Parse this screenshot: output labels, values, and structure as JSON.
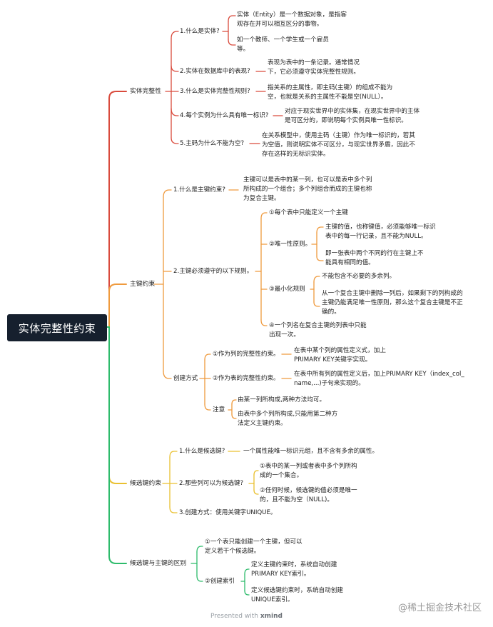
{
  "root": "实体完整性约束",
  "colors": {
    "red": "#d94a3c",
    "orange": "#ef9a3d",
    "yellow": "#e9c030",
    "green": "#2dbb6b",
    "root_bg": "#16202e"
  },
  "b1": {
    "label": "实体完整性",
    "q1": {
      "label": "1.什么是实体?",
      "a1": "实体（Entity）是一个数据对象，是指客\n观存在并可以相互区分的事物。",
      "a2": "如一个教师、一个学生或一个雇员\n等。"
    },
    "q2": {
      "label": "2.实体在数据库中的表现?",
      "a": "表现为表中的一条记录。通常情况\n下，它必须遵守实体完整性规则。"
    },
    "q3": {
      "label": "3.什么是实体完整性规则?",
      "a": "指关系的主属性，即主码(主键）的组成不能为\n空，也就是关系的主属性不能是空(NULL）。"
    },
    "q4": {
      "label": "4.每个实例为什么具有唯一标识?",
      "a": "对应于现实世界中的实体集，在现实世界中的主体\n是可区分的，即说明每个实例具唯一性标识。"
    },
    "q5": {
      "label": "5.主码为什么不能为空?",
      "a": "在关系模型中，使用主码（主键）作为唯一标识的，若其\n为空值，则说明实体不可区分，与现实世界矛盾，因此不\n存在这样的无标识实体。"
    }
  },
  "b2": {
    "label": "主键约束",
    "q1": {
      "label": "1.什么是主键约束?",
      "a": "主键可以是表中的某一列，也可以是表中多个列\n所构成的一个组合；多个列组合而成的主键也称\n为复合主键。"
    },
    "q2": {
      "label": "2.主键必须遵守的以下规则。",
      "r1": "①每个表中只能定义一个主键",
      "r2": {
        "label": "②唯一性原则。",
        "a1": "主键的值，也称键值，必须能够唯一标识\n表中的每一行记录，且不能为NULL。",
        "a2": "即一张表中两个不同的行在主键上不\n能具有相同的值。"
      },
      "r3": {
        "label": "③最小化规则",
        "a1": "不能包含不必要的多余列。",
        "a2": "从一个复合主键中删除一列后，如果剩下的列构成的\n主键仍能满足唯一性原则，那么这个复合主键是不正\n确的。"
      },
      "r4": "④一个列名在复合主键的列表中只能\n出现一次。"
    },
    "q3": {
      "label": "创建方式",
      "m1": {
        "label": "①作为列的完整性约束。",
        "a": "在表中某个列的属性定义式，加上\nPRIMARY  KEY关键字实现。"
      },
      "m2": {
        "label": "②作为表的完整性约束。",
        "a": "在表中所有列的属性定义后，加上PRIMARY KEY（index_col_\nname,...)子句来实现的。"
      },
      "note": {
        "label": "注意",
        "a1": "由某一列所构成,两种方法均可。",
        "a2": "由表中多个列所构成,只能用第二种方\n法定义主键约束。"
      }
    }
  },
  "b3": {
    "label": "候选键约束",
    "q1": {
      "label": "1.什么是候选键?",
      "a": "一个属性能唯一标识元组，且不含有多余的属性。"
    },
    "q2": {
      "label": "2.那些列可以为候选键?",
      "a1": "①表中的某一列或者表中多个列所构\n成的一个集合。",
      "a2": "②任何时候，候选键的值必须是唯一\n的，且不能为空（NULL)。"
    },
    "q3": {
      "label": "3.创建方式：使用关键字UNIQUE。"
    }
  },
  "b4": {
    "label": "候选键与主键的区别",
    "d1": "①一个表只能创建一个主键，但可以\n定义若干个候选键。",
    "d2": {
      "label": "②创建索引",
      "a1": "定义主键约束时，系统自动创建\nPRIMARY  KEY索引。",
      "a2": "定义候选键约束时，系统自动创建\nUNIQUE索引。"
    }
  },
  "footer": {
    "prefix": "Presented with",
    "brand": "xmind"
  },
  "watermark": "@稀土掘金技术社区"
}
